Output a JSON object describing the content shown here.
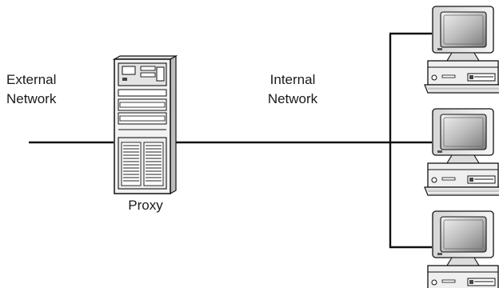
{
  "labels": {
    "external_line1": "External",
    "external_line2": "Network",
    "internal_line1": "Internal",
    "internal_line2": "Network",
    "proxy": "Proxy"
  },
  "nodes": [
    {
      "id": "external-network",
      "type": "network-segment"
    },
    {
      "id": "proxy",
      "type": "server-tower-icon"
    },
    {
      "id": "internal-network",
      "type": "network-segment"
    },
    {
      "id": "workstation-1",
      "type": "desktop-computer-icon"
    },
    {
      "id": "workstation-2",
      "type": "desktop-computer-icon"
    },
    {
      "id": "workstation-3",
      "type": "desktop-computer-icon"
    }
  ],
  "connections": [
    {
      "from": "external-network",
      "to": "proxy"
    },
    {
      "from": "proxy",
      "to": "internal-network"
    },
    {
      "from": "internal-network",
      "to": "workstation-1"
    },
    {
      "from": "internal-network",
      "to": "workstation-2"
    },
    {
      "from": "internal-network",
      "to": "workstation-3"
    }
  ],
  "colors": {
    "line": "#111111",
    "device_fill": "#e6e6e6",
    "device_dark": "#9a9a9a",
    "screen": "#8c8c8c",
    "background": "#ffffff"
  }
}
